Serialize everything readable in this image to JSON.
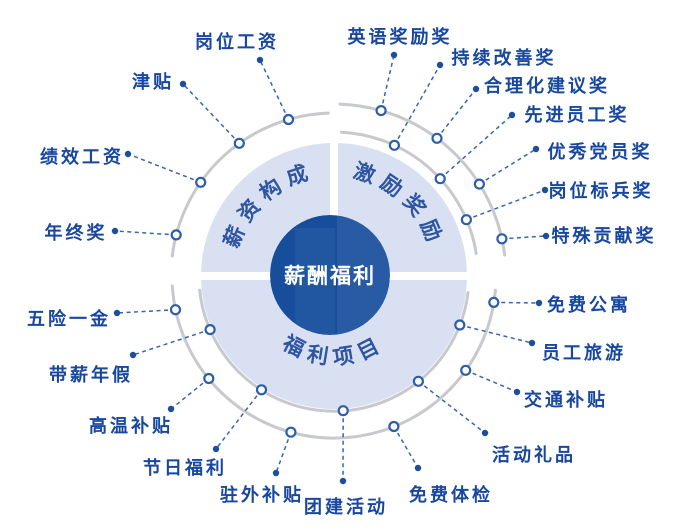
{
  "title": "薪酬福利",
  "sectors": [
    {
      "label": "薪资构成",
      "items": [
        "岗位工资",
        "津贴",
        "绩效工资",
        "年终奖"
      ]
    },
    {
      "label": "激励奖励",
      "items": [
        "英语奖励奖",
        "持续改善奖",
        "合理化建议奖",
        "先进员工奖",
        "优秀党员奖",
        "岗位标兵奖",
        "特殊贡献奖"
      ]
    },
    {
      "label": "福利项目",
      "items": [
        "免费公寓",
        "员工旅游",
        "交通补贴",
        "活动礼品",
        "免费体检",
        "团建活动",
        "驻外补贴",
        "节日福利",
        "高温补贴",
        "带薪年假",
        "五险一金"
      ]
    }
  ],
  "colors": {
    "center_circle": "#164e9c",
    "center_text": "#ffffff",
    "sector_fill": "#d9e0f2",
    "sector_text": "#2e55a2",
    "item_text": "#17479e",
    "connector": "#3566ae",
    "ring": "#c7c9cd"
  }
}
